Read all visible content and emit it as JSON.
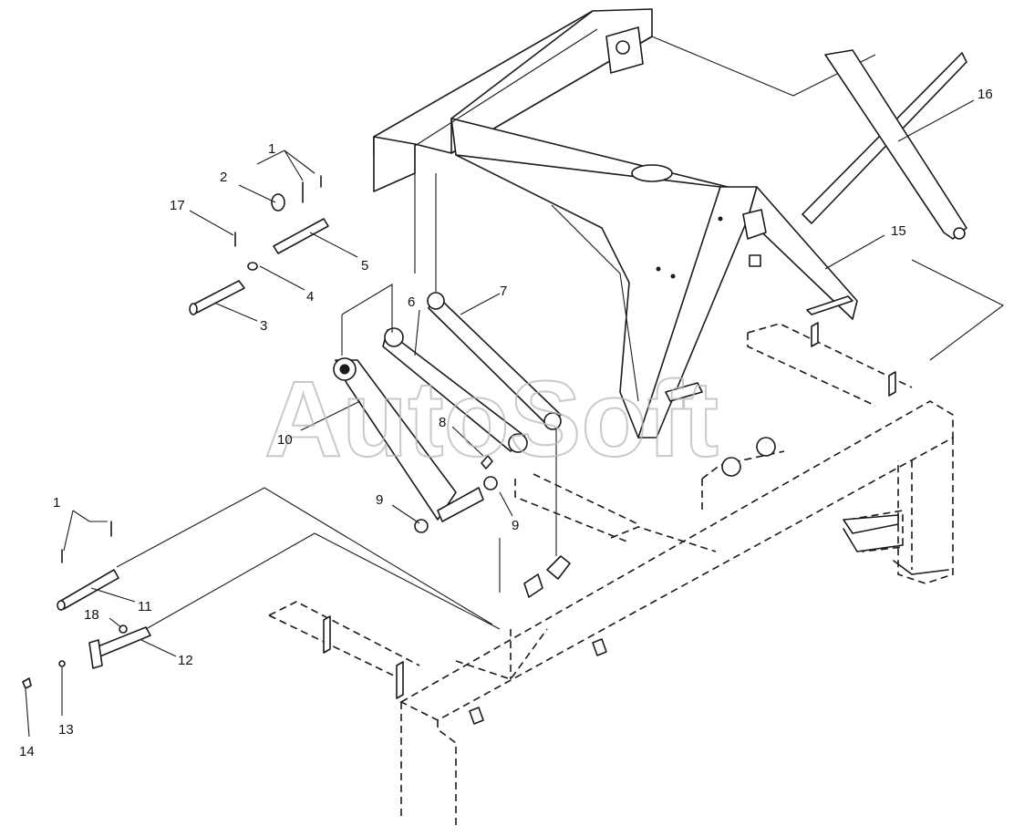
{
  "watermark": "AutoSoft",
  "callouts": {
    "c1a": "1",
    "c1b": "1",
    "c2": "2",
    "c3": "3",
    "c4": "4",
    "c5": "5",
    "c6": "6",
    "c7": "7",
    "c8": "8",
    "c9a": "9",
    "c9b": "9",
    "c10": "10",
    "c11": "11",
    "c12": "12",
    "c13": "13",
    "c14": "14",
    "c15": "15",
    "c16": "16",
    "c17": "17",
    "c18": "18"
  }
}
